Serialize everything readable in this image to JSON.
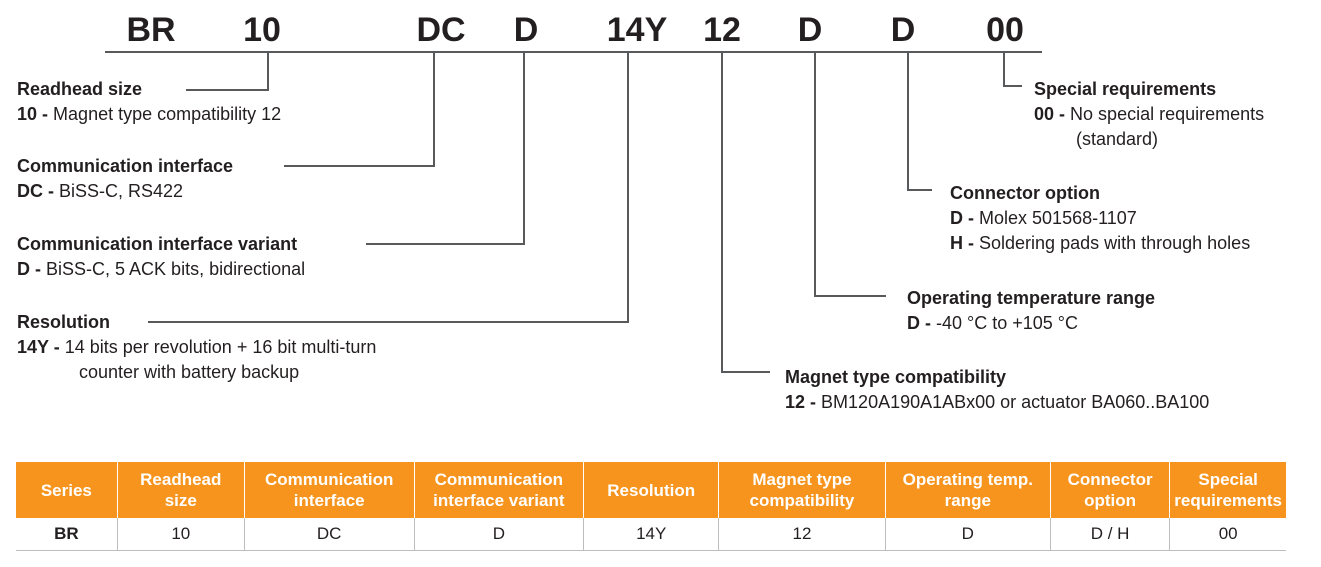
{
  "code_parts": [
    "BR",
    "10",
    "DC",
    "D",
    "14Y",
    "12",
    "D",
    "D",
    "00"
  ],
  "fields": {
    "readhead_size": {
      "title": "Readhead size",
      "options": [
        {
          "code": "10 -",
          "desc": "Magnet type compatibility 12"
        }
      ]
    },
    "communication_interface": {
      "title": "Communication interface",
      "options": [
        {
          "code": "DC -",
          "desc": "BiSS-C, RS422"
        }
      ]
    },
    "communication_interface_variant": {
      "title": "Communication interface variant",
      "options": [
        {
          "code": "D -",
          "desc": "BiSS-C, 5 ACK bits, bidirectional"
        }
      ]
    },
    "resolution": {
      "title": "Resolution",
      "options": [
        {
          "code": "14Y -",
          "desc": "14 bits per revolution + 16 bit multi-turn",
          "continuation": "counter with battery backup"
        }
      ]
    },
    "magnet_type_compatibility": {
      "title": "Magnet type compatibility",
      "options": [
        {
          "code": "12 -",
          "desc": "BM120A190A1ABx00 or actuator BA060..BA100"
        }
      ]
    },
    "operating_temperature_range": {
      "title": "Operating temperature range",
      "options": [
        {
          "code": "D -",
          "desc": "-40 °C to +105 °C"
        }
      ]
    },
    "connector_option": {
      "title": "Connector option",
      "options": [
        {
          "code": "D -",
          "desc": "Molex 501568-1107"
        },
        {
          "code": "H -",
          "desc": "Soldering pads with through holes"
        }
      ]
    },
    "special_requirements": {
      "title": "Special requirements",
      "options": [
        {
          "code": "00 -",
          "desc": "No special requirements",
          "continuation": "(standard)"
        }
      ]
    }
  },
  "table": {
    "headers": [
      [
        "Series"
      ],
      [
        "Readhead",
        "size"
      ],
      [
        "Communication",
        "interface"
      ],
      [
        "Communication",
        "interface variant"
      ],
      [
        "Resolution"
      ],
      [
        "Magnet type",
        "compatibility"
      ],
      [
        "Operating temp.",
        "range"
      ],
      [
        "Connector",
        "option"
      ],
      [
        "Special",
        "requirements"
      ]
    ],
    "row": [
      "BR",
      "10",
      "DC",
      "D",
      "14Y",
      "12",
      "D",
      "D / H",
      "00"
    ]
  },
  "colors": {
    "header_bg": "#f7941d",
    "header_text": "#ffffff",
    "line": "#58595b",
    "text": "#231f20"
  }
}
